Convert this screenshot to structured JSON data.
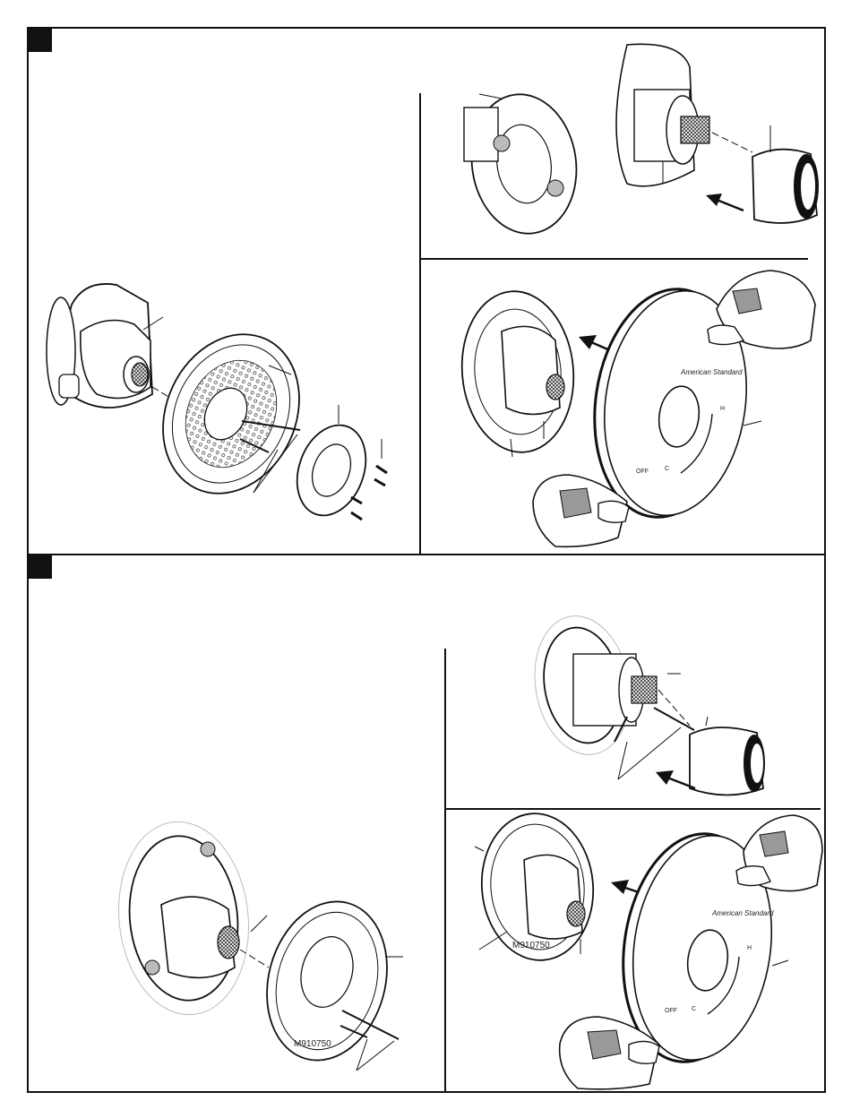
{
  "sections": [
    {
      "id": "step-top",
      "badge": ""
    },
    {
      "id": "step-bottom",
      "badge": ""
    }
  ],
  "parts": {
    "brand_logo": "American Standard",
    "handle_marks": {
      "hot": "H",
      "cold": "C",
      "off": "OFF"
    },
    "plate_model_1": "M910750",
    "plate_model_2": "M910750"
  }
}
